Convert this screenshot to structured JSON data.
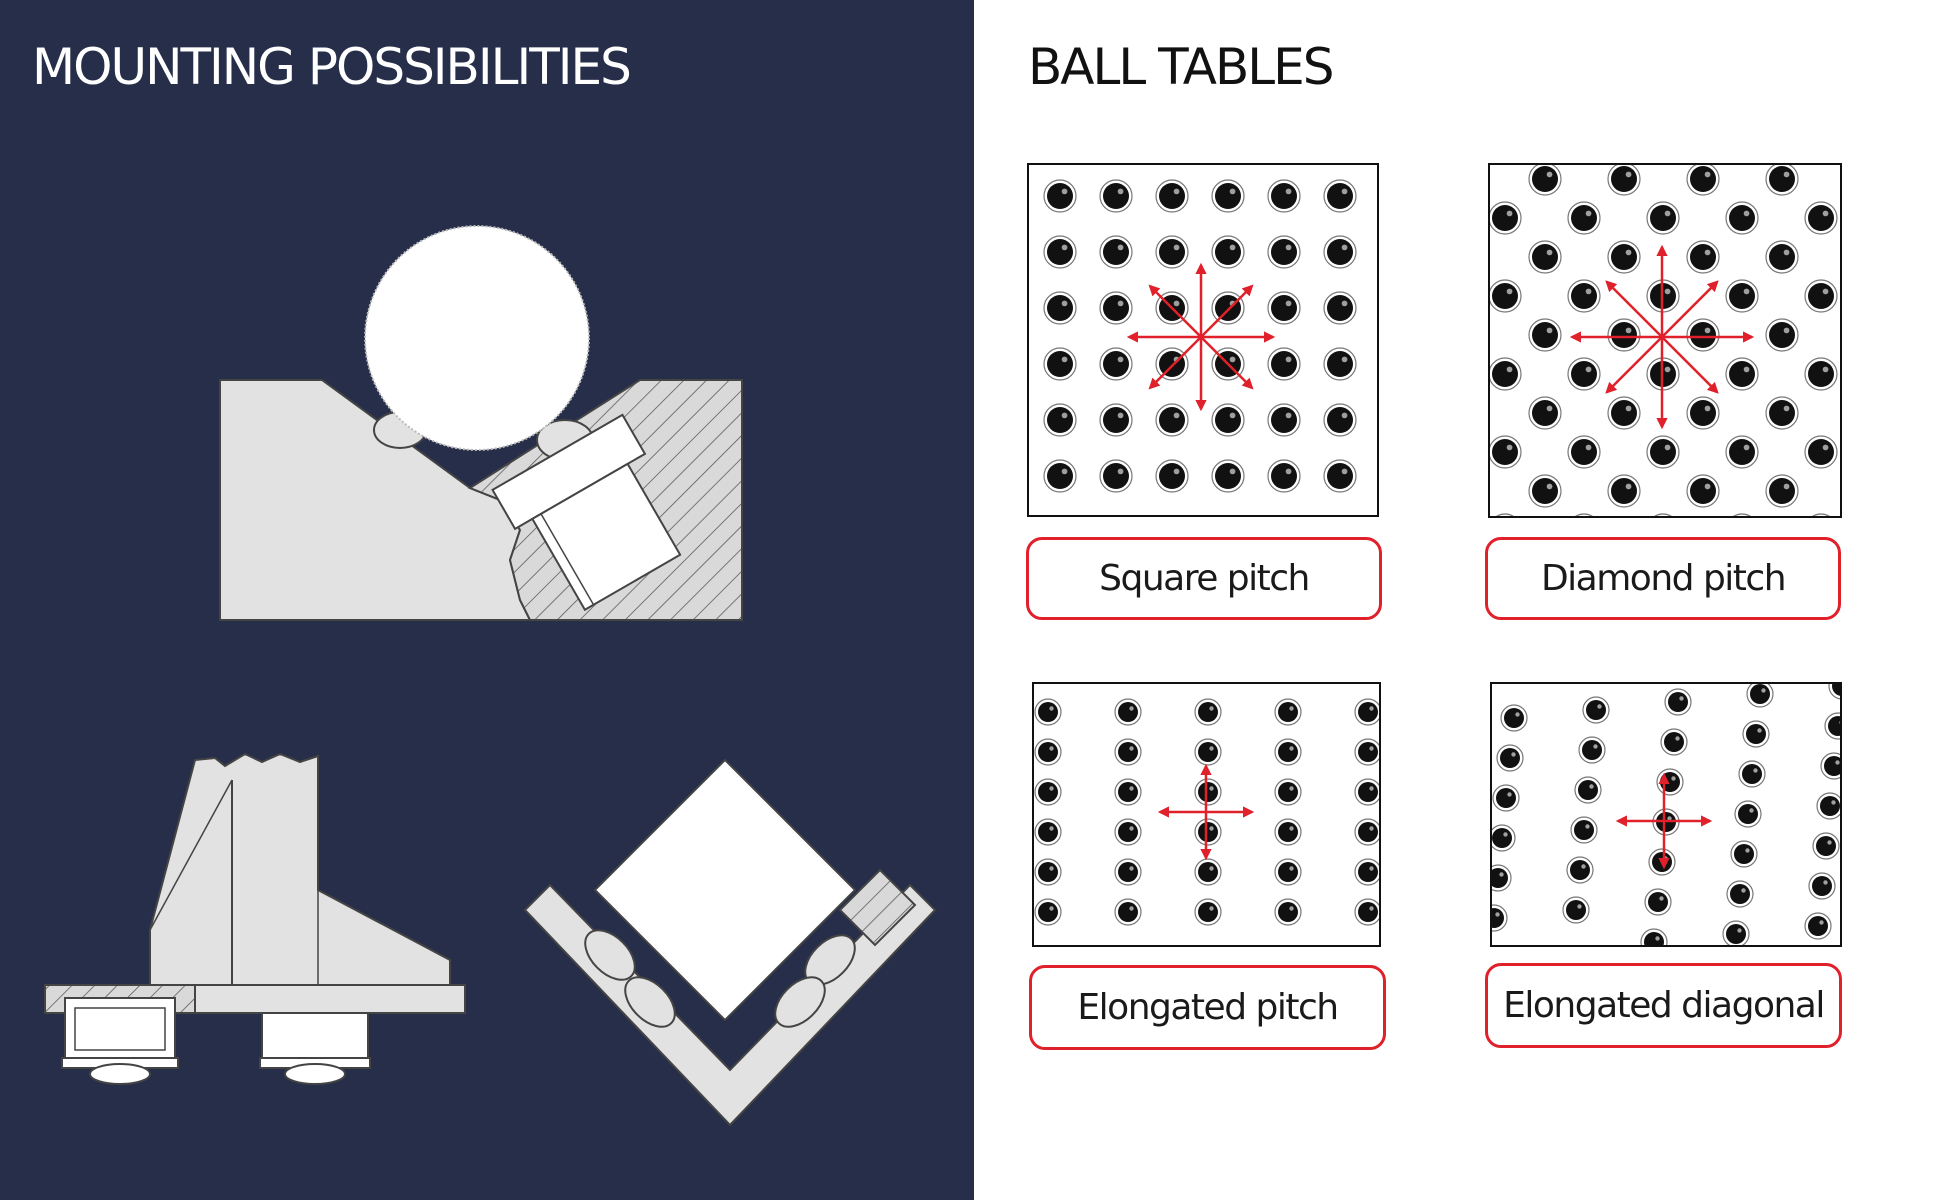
{
  "left": {
    "title": "MOUNTING POSSIBILITIES",
    "background": "#262e4a"
  },
  "right": {
    "title": "BALL TABLES",
    "patterns": [
      {
        "id": "square",
        "label": "Square pitch"
      },
      {
        "id": "diamond",
        "label": "Diamond pitch"
      },
      {
        "id": "elongated",
        "label": "Elongated pitch"
      },
      {
        "id": "elongated-diagonal",
        "label": "Elongated diagonal"
      }
    ]
  },
  "colors": {
    "accent_red": "#e0202a",
    "part_grey": "#e2e2e2",
    "ball": "#111111"
  }
}
